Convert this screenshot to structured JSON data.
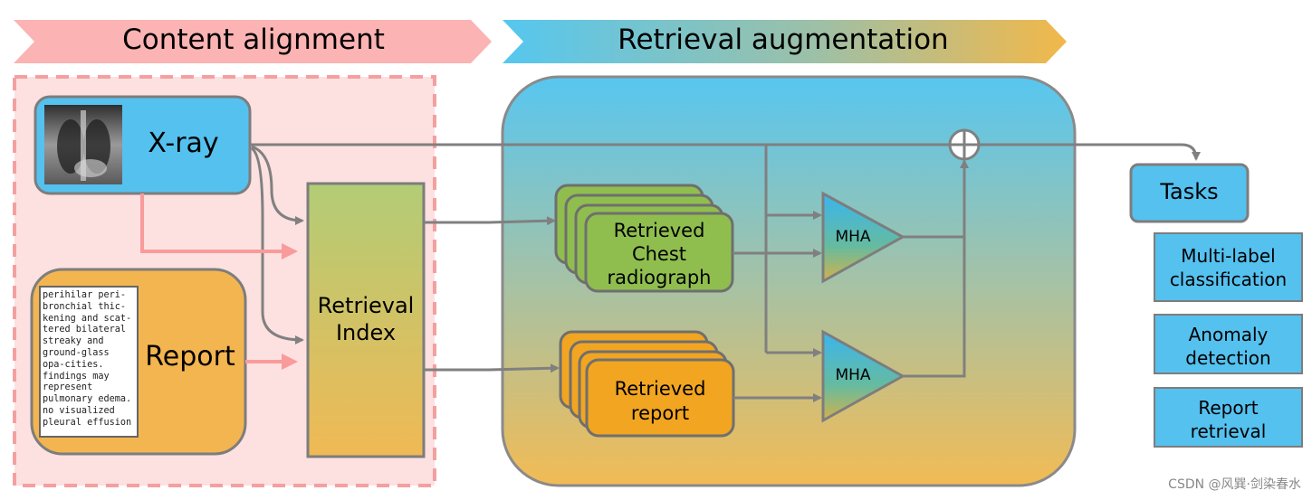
{
  "banners": {
    "content_alignment": "Content alignment",
    "retrieval_augmentation": "Retrieval augmentation"
  },
  "inputs": {
    "xray_label": "X-ray",
    "report_label": "Report",
    "report_snippet": "perihilar peri-\nbronchial thic-\nkening and scat-\ntered bilateral\nstreaky and\nground-glass\nopa-cities.\nfindings may\nrepresent\npulmonary edema.\nno visualized\npleural effusion"
  },
  "index": {
    "label_line1": "Retrieval",
    "label_line2": "Index"
  },
  "retrieved": {
    "chest_line1": "Retrieved",
    "chest_line2": "Chest",
    "chest_line3": "radiograph",
    "report_line1": "Retrieved",
    "report_line2": "report"
  },
  "mha": {
    "top_label": "MHA",
    "bottom_label": "MHA"
  },
  "tasks": {
    "header": "Tasks",
    "items": [
      {
        "line1": "Multi-label",
        "line2": "classification"
      },
      {
        "line1": "Anomaly",
        "line2": "detection"
      },
      {
        "line1": "Report",
        "line2": "retrieval"
      }
    ]
  },
  "watermark": "CSDN @风巽·剑染春水",
  "colors": {
    "banner_pink": "#fbb3b3",
    "banner_blue": "#56c6ee",
    "banner_gold": "#f0b84a",
    "region_pink": "#fde0e0",
    "dashed_border": "#f4a0a0",
    "xray_blue": "#55c1ef",
    "report_orange": "#f3b550",
    "retrieved_green": "#8fbe4f",
    "retrieved_orange": "#f1a521",
    "task_blue": "#55c1ef",
    "arrow_gray": "#808080",
    "arrow_pink": "#f99b9b"
  }
}
